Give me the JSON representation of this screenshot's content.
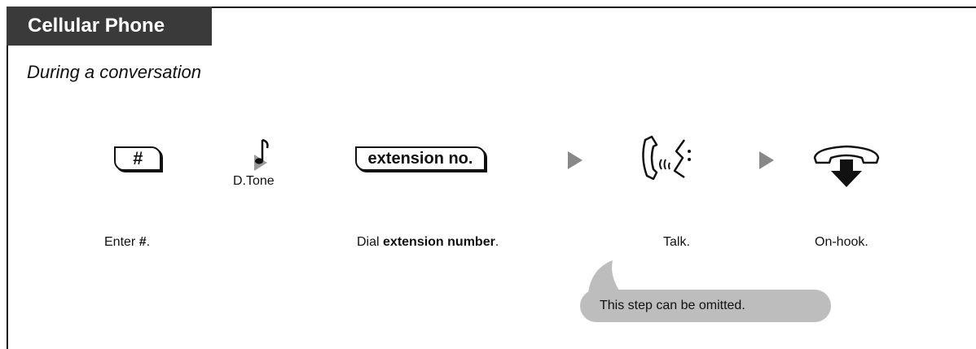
{
  "header": {
    "title": "Cellular Phone",
    "subtitle": "During a conversation"
  },
  "steps": {
    "hash_key_label": "#",
    "dtone_label": "D.Tone",
    "ext_key_label": "extension no.",
    "enter_prefix": "Enter ",
    "enter_bold": "#",
    "enter_suffix": ".",
    "dial_prefix": "Dial ",
    "dial_bold": "extension number",
    "dial_suffix": ".",
    "talk": "Talk.",
    "onhook": "On-hook."
  },
  "callout": {
    "text": "This step can be omitted."
  },
  "icons": [
    "music-note-icon",
    "play-arrow-icon",
    "talk-handset-icon",
    "onhook-handset-icon"
  ],
  "colors": {
    "tab_bg": "#3a3a3a",
    "arrow": "#888888",
    "callout_bg": "#bdbdbd"
  }
}
